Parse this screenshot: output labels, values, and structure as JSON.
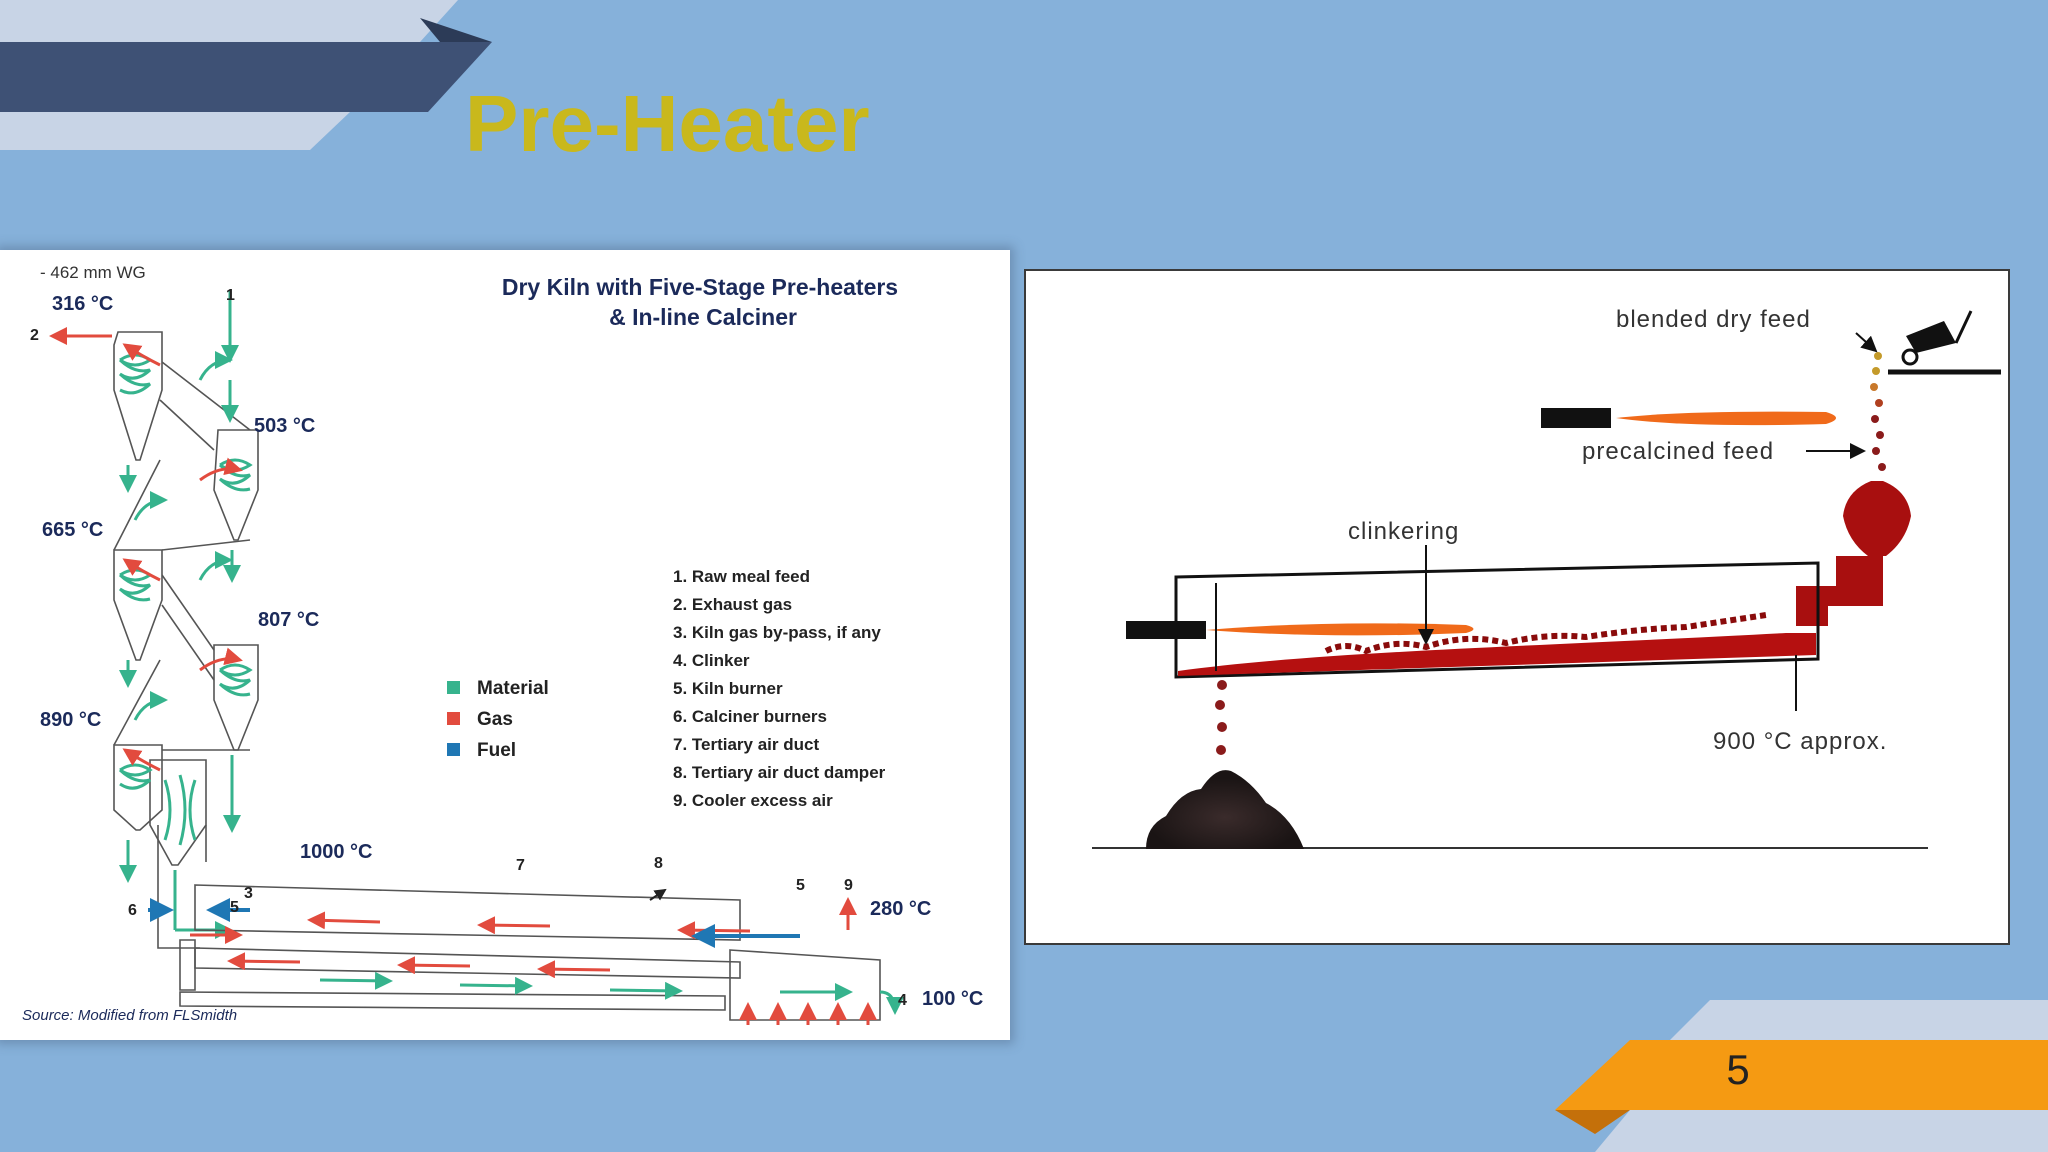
{
  "slide": {
    "title": "Pre-Heater",
    "page_number": "5"
  },
  "colors": {
    "background": "#86b1da",
    "title": "#c9b81c",
    "banner_dark": "#3e5175",
    "banner_light": "#c8d4e6",
    "accent_orange": "#f59a12",
    "material": "#36b38d",
    "gas": "#e24b3e",
    "fuel": "#1f77b4",
    "label_navy": "#1b2a5a"
  },
  "left_diagram": {
    "title_line1": "Dry Kiln with Five-Stage Pre-heaters",
    "title_line2": "& In-line Calciner",
    "pressure": "- 462 mm WG",
    "temps": {
      "t316": "316 °C",
      "t503": "503 °C",
      "t665": "665 °C",
      "t807": "807 °C",
      "t890": "890 °C",
      "t1000": "1000 °C",
      "t280": "280 °C",
      "t100": "100 °C"
    },
    "markers": {
      "n1": "1",
      "n2": "2",
      "n3": "3",
      "n4": "4",
      "n5a": "5",
      "n5b": "5",
      "n6": "6",
      "n7": "7",
      "n8": "8",
      "n9": "9"
    },
    "legend": [
      {
        "label": "Material",
        "color": "#36b38d"
      },
      {
        "label": "Gas",
        "color": "#e24b3e"
      },
      {
        "label": "Fuel",
        "color": "#1f77b4"
      }
    ],
    "numbered_list": [
      "1. Raw meal feed",
      "2. Exhaust gas",
      "3. Kiln gas by-pass, if any",
      "4. Clinker",
      "5. Kiln burner",
      "6. Calciner burners",
      "7. Tertiary air duct",
      "8. Tertiary air duct damper",
      "9. Cooler excess air"
    ],
    "source": "Source: Modified from FLSmidth"
  },
  "right_diagram": {
    "labels": {
      "blended": "blended dry feed",
      "precalcined": "precalcined feed",
      "clinkering": "clinkering",
      "temp": "900 °C approx."
    }
  }
}
